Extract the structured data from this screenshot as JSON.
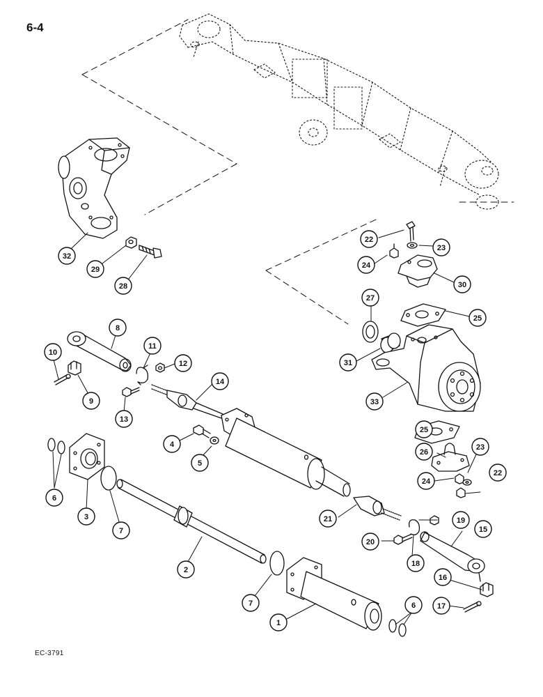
{
  "page": {
    "number": "6-4",
    "figure_code": "EC-3791"
  },
  "callouts": [
    {
      "id": "c32",
      "label": "32"
    },
    {
      "id": "c29",
      "label": "29"
    },
    {
      "id": "c28",
      "label": "28"
    },
    {
      "id": "c22a",
      "label": "22"
    },
    {
      "id": "c23a",
      "label": "23"
    },
    {
      "id": "c24a",
      "label": "24"
    },
    {
      "id": "c30",
      "label": "30"
    },
    {
      "id": "c27",
      "label": "27"
    },
    {
      "id": "c25a",
      "label": "25"
    },
    {
      "id": "c31",
      "label": "31"
    },
    {
      "id": "c33",
      "label": "33"
    },
    {
      "id": "c8",
      "label": "8"
    },
    {
      "id": "c10",
      "label": "10"
    },
    {
      "id": "c9",
      "label": "9"
    },
    {
      "id": "c11",
      "label": "11"
    },
    {
      "id": "c12",
      "label": "12"
    },
    {
      "id": "c13",
      "label": "13"
    },
    {
      "id": "c14",
      "label": "14"
    },
    {
      "id": "c4",
      "label": "4"
    },
    {
      "id": "c5",
      "label": "5"
    },
    {
      "id": "c6a",
      "label": "6"
    },
    {
      "id": "c3",
      "label": "3"
    },
    {
      "id": "c7a",
      "label": "7"
    },
    {
      "id": "c2",
      "label": "2"
    },
    {
      "id": "c7b",
      "label": "7"
    },
    {
      "id": "c1",
      "label": "1"
    },
    {
      "id": "c6b",
      "label": "6"
    },
    {
      "id": "c25b",
      "label": "25"
    },
    {
      "id": "c26",
      "label": "26"
    },
    {
      "id": "c23b",
      "label": "23"
    },
    {
      "id": "c24b",
      "label": "24"
    },
    {
      "id": "c22b",
      "label": "22"
    },
    {
      "id": "c21",
      "label": "21"
    },
    {
      "id": "c19",
      "label": "19"
    },
    {
      "id": "c15",
      "label": "15"
    },
    {
      "id": "c20",
      "label": "20"
    },
    {
      "id": "c18",
      "label": "18"
    },
    {
      "id": "c16",
      "label": "16"
    },
    {
      "id": "c17",
      "label": "17"
    }
  ],
  "colors": {
    "ink": "#111111",
    "paper": "#ffffff",
    "shade": "#e6e6e6"
  }
}
